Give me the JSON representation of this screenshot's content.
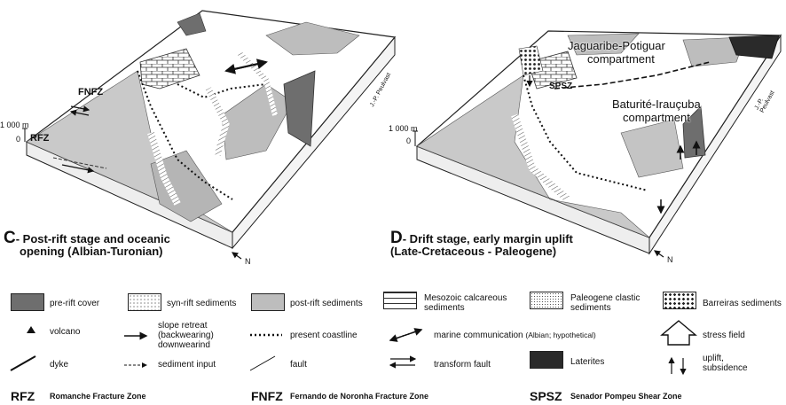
{
  "panel_c": {
    "letter": "C",
    "caption_line1": "- Post-rift stage and oceanic",
    "caption_line2": "opening (Albian-Turonian)",
    "fnfz": "FNFZ",
    "rfz": "RFZ",
    "scale_top": "1 000 m",
    "scale_zero": "0",
    "north": "N",
    "author": "J.-P. Peulvast"
  },
  "panel_d": {
    "letter": "D",
    "caption_line1": "- Drift stage, early margin uplift",
    "caption_line2": "(Late-Cretaceous - Paleogene)",
    "compartment1_line1": "Jaguaribe-Potiguar",
    "compartment1_line2": "compartment",
    "compartment2_line1": "Baturité-Irauçuba",
    "compartment2_line2": "compartment",
    "spsz": "SPSZ",
    "scale_top": "1 000 m",
    "scale_zero": "0",
    "north": "N",
    "author": "J.-P. Peulvast"
  },
  "legend": {
    "pre_rift": "pre-rift cover",
    "syn_rift": "syn-rift sediments",
    "post_rift": "post-rift sediments",
    "calcareous_l1": "Mesozoic calcareous",
    "calcareous_l2": "sediments",
    "paleogene_l1": "Paleogene clastic",
    "paleogene_l2": "sediments",
    "barreiras": "Barreiras sediments",
    "volcano": "volcano",
    "slope_l1": "slope retreat",
    "slope_l2": "(backwearing)",
    "slope_l3": "downwearind",
    "coastline": "present coastline",
    "marine_comm": "marine communication",
    "marine_note": "(Albian; hypothetical)",
    "stress": "stress field",
    "dyke": "dyke",
    "sed_input": "sediment input",
    "fault": "fault",
    "transform": "transform fault",
    "laterites": "Laterites",
    "uplift_l1": "uplift,",
    "uplift_l2": "subsidence",
    "rfz_abbr": "RFZ",
    "rfz_name": "Romanche Fracture Zone",
    "fnfz_abbr": "FNFZ",
    "fnfz_name": "Fernando de Noronha Fracture Zone",
    "spsz_abbr": "SPSZ",
    "spsz_name": "Senador Pompeu Shear Zone"
  },
  "colors": {
    "pre_rift": "#6e6e6e",
    "post_rift": "#bdbdbd",
    "laterites": "#2a2a2a",
    "land": "#ffffff",
    "block_side": "#e8e8e8"
  }
}
